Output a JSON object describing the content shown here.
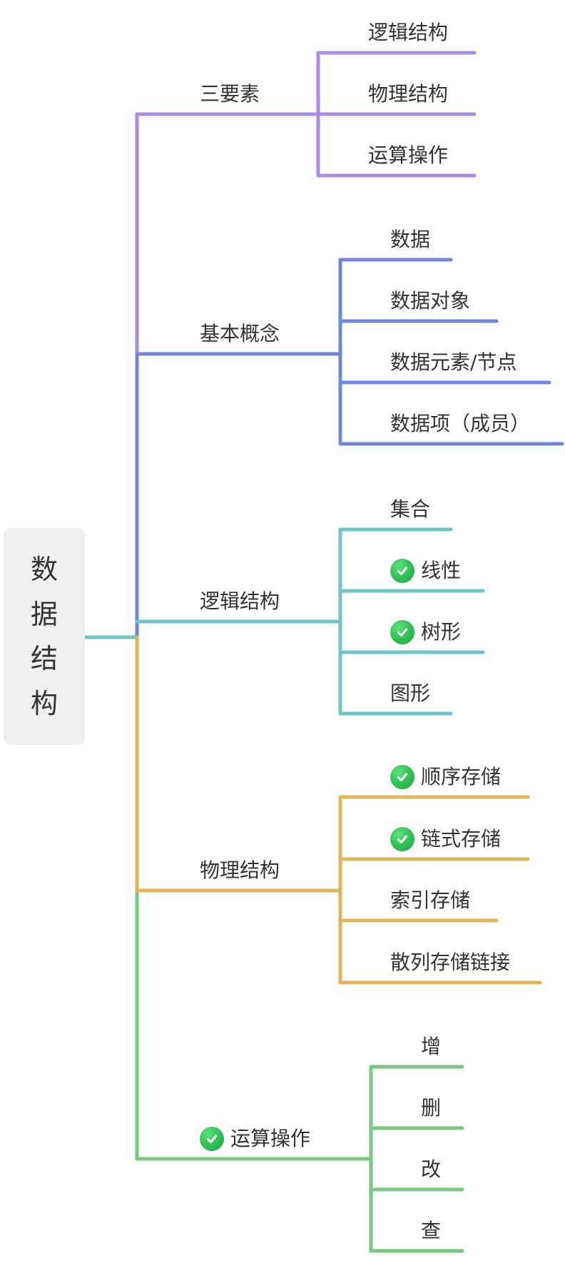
{
  "root": {
    "chars": [
      "数",
      "据",
      "结",
      "构"
    ]
  },
  "colors": {
    "root_stem": "#6ec6c2",
    "branch_purple": "#a98ee0",
    "branch_blue": "#6f86db",
    "branch_teal": "#6ec6c2",
    "branch_gold": "#dfb65a",
    "branch_green": "#78c783",
    "check_green": "#2ebd52"
  },
  "branches": [
    {
      "label": "三要素",
      "checked": false,
      "color_key": "branch_purple",
      "children": [
        {
          "label": "逻辑结构",
          "checked": false
        },
        {
          "label": "物理结构",
          "checked": false
        },
        {
          "label": "运算操作",
          "checked": false
        }
      ]
    },
    {
      "label": "基本概念",
      "checked": false,
      "color_key": "branch_blue",
      "children": [
        {
          "label": "数据",
          "checked": false
        },
        {
          "label": "数据对象",
          "checked": false
        },
        {
          "label": "数据元素/节点",
          "checked": false
        },
        {
          "label": "数据项（成员）",
          "checked": false
        }
      ]
    },
    {
      "label": "逻辑结构",
      "checked": false,
      "color_key": "branch_teal",
      "children": [
        {
          "label": "集合",
          "checked": false
        },
        {
          "label": "线性",
          "checked": true
        },
        {
          "label": "树形",
          "checked": true
        },
        {
          "label": "图形",
          "checked": false
        }
      ]
    },
    {
      "label": "物理结构",
      "checked": false,
      "color_key": "branch_gold",
      "children": [
        {
          "label": "顺序存储",
          "checked": true
        },
        {
          "label": "链式存储",
          "checked": true
        },
        {
          "label": "索引存储",
          "checked": false
        },
        {
          "label": "散列存储链接",
          "checked": false
        }
      ]
    },
    {
      "label": "运算操作",
      "checked": true,
      "color_key": "branch_green",
      "children": [
        {
          "label": "增",
          "checked": false
        },
        {
          "label": "删",
          "checked": false
        },
        {
          "label": "改",
          "checked": false
        },
        {
          "label": "查",
          "checked": false
        }
      ]
    }
  ]
}
